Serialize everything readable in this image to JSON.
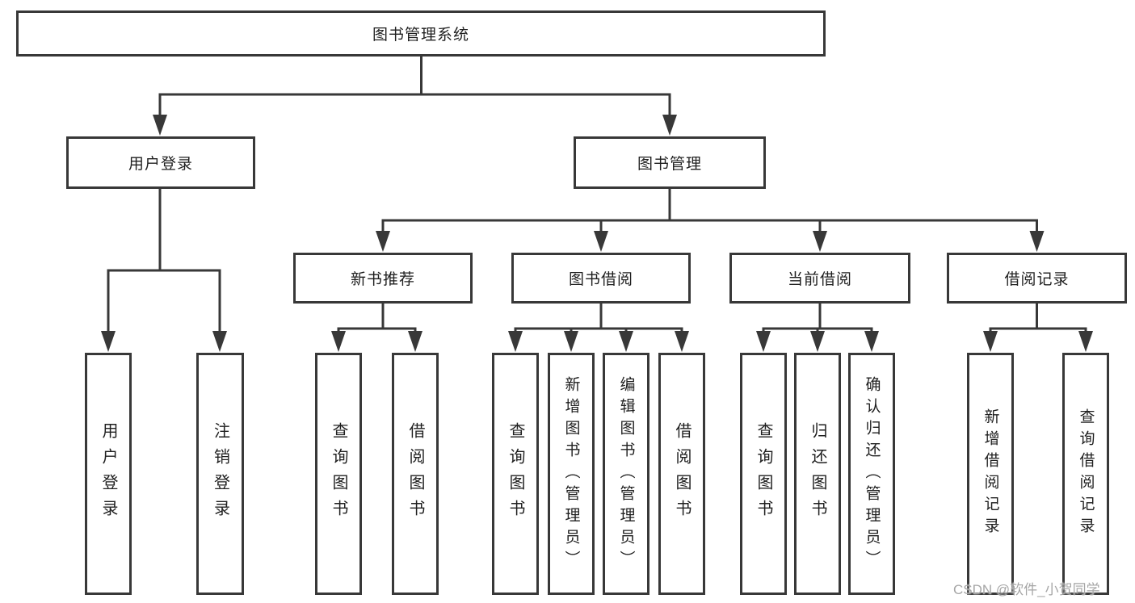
{
  "diagram": {
    "nodes": {
      "root": {
        "label": "图书管理系统"
      },
      "user_login": {
        "label": "用户登录"
      },
      "book_management": {
        "label": "图书管理"
      },
      "new_book_recommend": {
        "label": "新书推荐"
      },
      "book_borrowing": {
        "label": "图书借阅"
      },
      "current_borrowing": {
        "label": "当前借阅"
      },
      "borrowing_records": {
        "label": "借阅记录"
      },
      "leaves": {
        "user_login": {
          "label": "用户登录"
        },
        "logout": {
          "label": "注销登录"
        },
        "query_book_recommend": {
          "label": "查询图书"
        },
        "borrow_book_recommend": {
          "label": "借阅图书"
        },
        "query_book_borrowing": {
          "label": "查询图书"
        },
        "add_book_admin": {
          "label": "新增图书（管理员）"
        },
        "edit_book_admin": {
          "label": "编辑图书（管理员）"
        },
        "borrow_book_borrowing": {
          "label": "借阅图书"
        },
        "query_book_current": {
          "label": "查询图书"
        },
        "return_book": {
          "label": "归还图书"
        },
        "confirm_return_admin": {
          "label": "确认归还（管理员）"
        },
        "add_borrow_record": {
          "label": "新增借阅记录"
        },
        "query_borrow_record": {
          "label": "查询借阅记录"
        }
      }
    },
    "colors": {
      "line": "#383838",
      "box_border": "#383838",
      "text": "#1f1f1f",
      "watermark": "#a6a6a6",
      "background": "#ffffff"
    }
  },
  "watermark": {
    "text": "CSDN @软件_小贺同学"
  }
}
